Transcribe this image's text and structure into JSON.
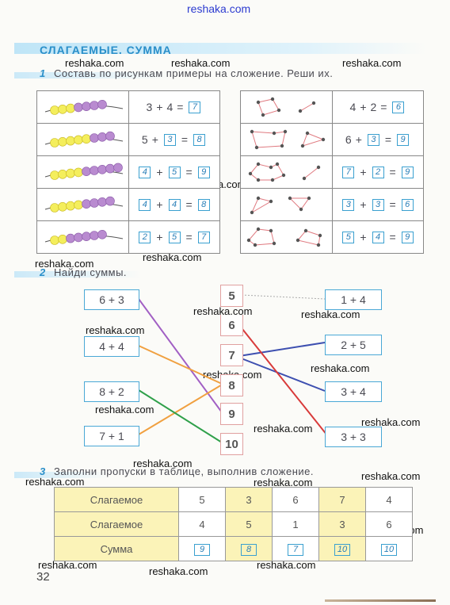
{
  "watermark": "reshaka.com",
  "section_title": "СЛАГАЕМЫЕ. СУММА",
  "task1": {
    "number": "1",
    "text": "Составь по рисункам примеры на сложение. Реши их.",
    "left_rows": [
      {
        "a": "3",
        "b": "4",
        "sum": "7",
        "a_boxed": false,
        "b_boxed": false
      },
      {
        "a": "5",
        "b": "3",
        "sum": "8",
        "a_boxed": false,
        "b_boxed": true
      },
      {
        "a": "4",
        "b": "5",
        "sum": "9",
        "a_boxed": true,
        "b_boxed": true
      },
      {
        "a": "4",
        "b": "4",
        "sum": "8",
        "a_boxed": true,
        "b_boxed": true
      },
      {
        "a": "2",
        "b": "5",
        "sum": "7",
        "a_boxed": true,
        "b_boxed": true
      }
    ],
    "right_rows": [
      {
        "a": "4",
        "b": "2",
        "sum": "6",
        "a_boxed": false,
        "b_boxed": false
      },
      {
        "a": "6",
        "b": "3",
        "sum": "9",
        "a_boxed": false,
        "b_boxed": true
      },
      {
        "a": "7",
        "b": "2",
        "sum": "9",
        "a_boxed": true,
        "b_boxed": true
      },
      {
        "a": "3",
        "b": "3",
        "sum": "6",
        "a_boxed": true,
        "b_boxed": true
      },
      {
        "a": "5",
        "b": "4",
        "sum": "9",
        "a_boxed": true,
        "b_boxed": true
      }
    ]
  },
  "task2": {
    "number": "2",
    "text": "Найди суммы.",
    "left_exprs": [
      "6 + 3",
      "4 + 4",
      "8 + 2",
      "7 + 1"
    ],
    "right_exprs": [
      "1 + 4",
      "2 + 5",
      "3 + 4",
      "3 + 3"
    ],
    "numbers": [
      "5",
      "6",
      "7",
      "8",
      "9",
      "10"
    ],
    "line_colors": {
      "purple": "#a15fc4",
      "orange": "#f0a040",
      "green": "#2fa04a",
      "blue": "#3d4fb0",
      "red": "#d83a3a"
    }
  },
  "task3": {
    "number": "3",
    "text": "Заполни пропуски в таблице, выполнив сложение.",
    "row_labels": [
      "Слагаемое",
      "Слагаемое",
      "Сумма"
    ],
    "addend1": [
      "5",
      "3",
      "6",
      "7",
      "4"
    ],
    "addend2": [
      "4",
      "5",
      "1",
      "3",
      "6"
    ],
    "sums": [
      "9",
      "8",
      "7",
      "10",
      "10"
    ]
  },
  "page_number": "32"
}
